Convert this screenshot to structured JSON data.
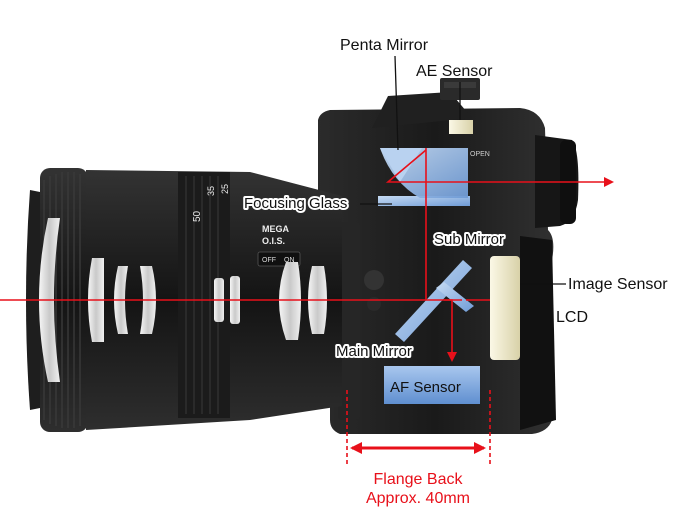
{
  "labels": {
    "penta_mirror": "Penta Mirror",
    "ae_sensor": "AE Sensor",
    "focusing_glass": "Focusing Glass",
    "sub_mirror": "Sub Mirror",
    "image_sensor": "Image Sensor",
    "lcd": "LCD",
    "main_mirror": "Main Mirror",
    "af_sensor": "AF Sensor",
    "flange_back_line1": "Flange Back",
    "flange_back_line2": "Approx. 40mm"
  },
  "lens_markings": {
    "mega": "MEGA",
    "ois": "O.I.S.",
    "off": "OFF",
    "on": "ON",
    "focal_50": "50",
    "focal_35": "35",
    "focal_25": "25"
  },
  "body_markings": {
    "open": "OPEN"
  },
  "colors": {
    "light_path": "#e8101a",
    "label_text": "#111111",
    "flange_text": "#e8101a",
    "optic_blue": "#8fb4e0",
    "camera_body": "#1c1c1c",
    "sensor_cream": "#f1ecd0"
  }
}
